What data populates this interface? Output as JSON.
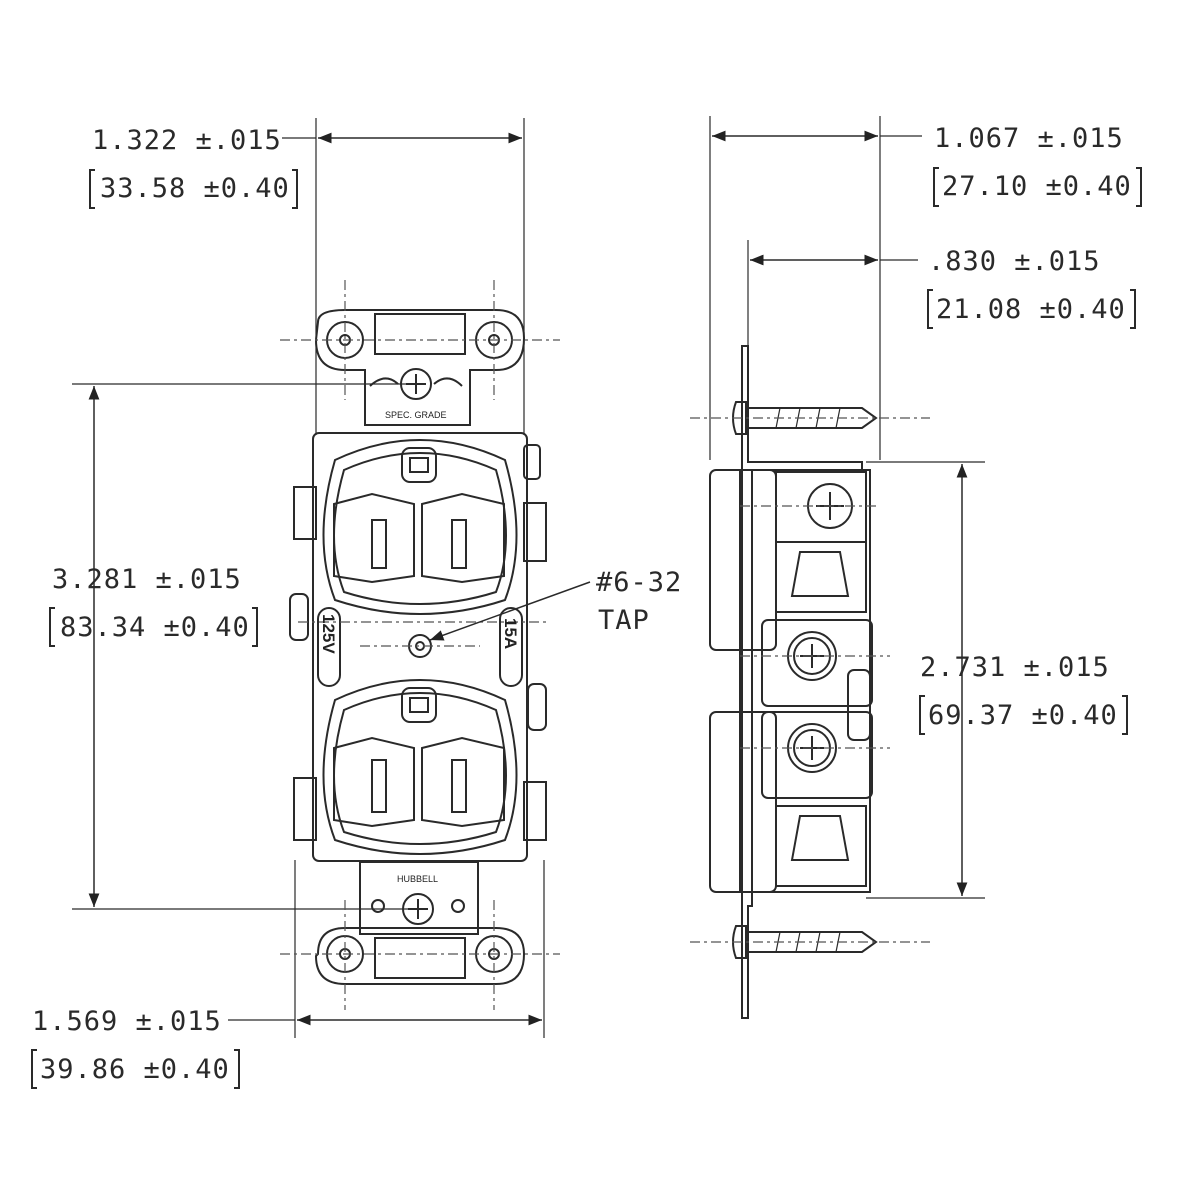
{
  "dimensions": {
    "front_width": {
      "imperial": "1.322 ±.015",
      "metric": "33.58 ±0.40"
    },
    "front_height": {
      "imperial": "3.281 ±.015",
      "metric": "83.34 ±0.40"
    },
    "front_plate_width": {
      "imperial": "1.569 ±.015",
      "metric": "39.86 ±0.40"
    },
    "side_depth": {
      "imperial": "1.067 ±.015",
      "metric": "27.10 ±0.40"
    },
    "side_body_depth": {
      "imperial": ".830 ±.015",
      "metric": "21.08 ±0.40"
    },
    "side_height": {
      "imperial": "2.731 ±.015",
      "metric": "69.37 ±0.40"
    }
  },
  "callouts": {
    "tap_line1": "#6-32",
    "tap_line2": "TAP"
  },
  "device_markings": {
    "top_strap": "SPEC. GRADE",
    "bottom_strap": "HUBBELL",
    "voltage": "125V",
    "amperage": "15A"
  }
}
